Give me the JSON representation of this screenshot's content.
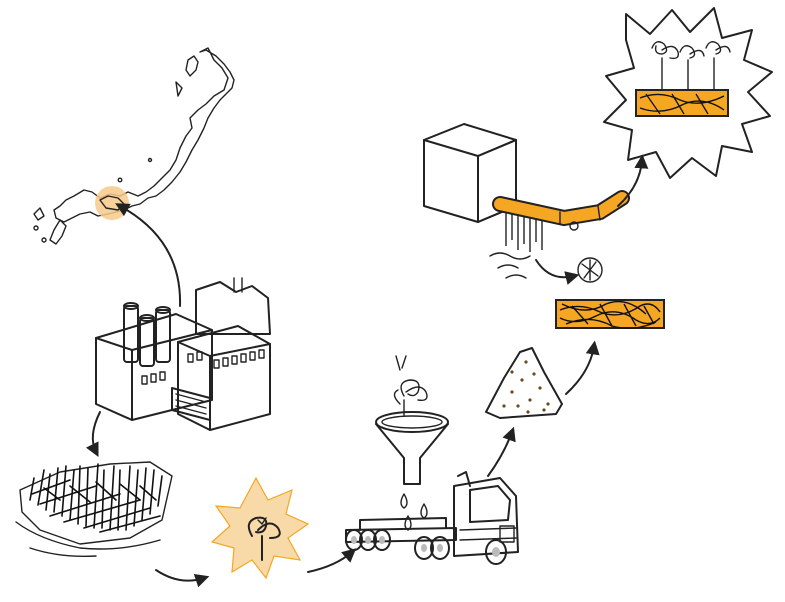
{
  "colors": {
    "accent": "#f5a623",
    "accent_soft": "#f8d9a8",
    "ink": "#222222",
    "grey": "#bdbdbd",
    "grey_dark": "#8a8a8a",
    "background": "#ffffff"
  },
  "steps": [
    {
      "name": "japan-map",
      "icon": "japan-map-icon"
    },
    {
      "name": "factory",
      "icon": "factory-icon"
    },
    {
      "name": "waste-pile",
      "icon": "waste-pile-icon"
    },
    {
      "name": "fermentation-burst",
      "icon": "fermentation-burst-icon"
    },
    {
      "name": "tanker-truck",
      "icon": "tanker-truck-icon"
    },
    {
      "name": "funnel",
      "icon": "funnel-icon"
    },
    {
      "name": "compost-heap",
      "icon": "compost-heap-icon"
    },
    {
      "name": "compost-mat",
      "icon": "compost-mat-icon"
    },
    {
      "name": "processing-unit",
      "icon": "processing-unit-icon"
    },
    {
      "name": "planted-mat-burst",
      "icon": "planted-mat-burst-icon"
    }
  ]
}
